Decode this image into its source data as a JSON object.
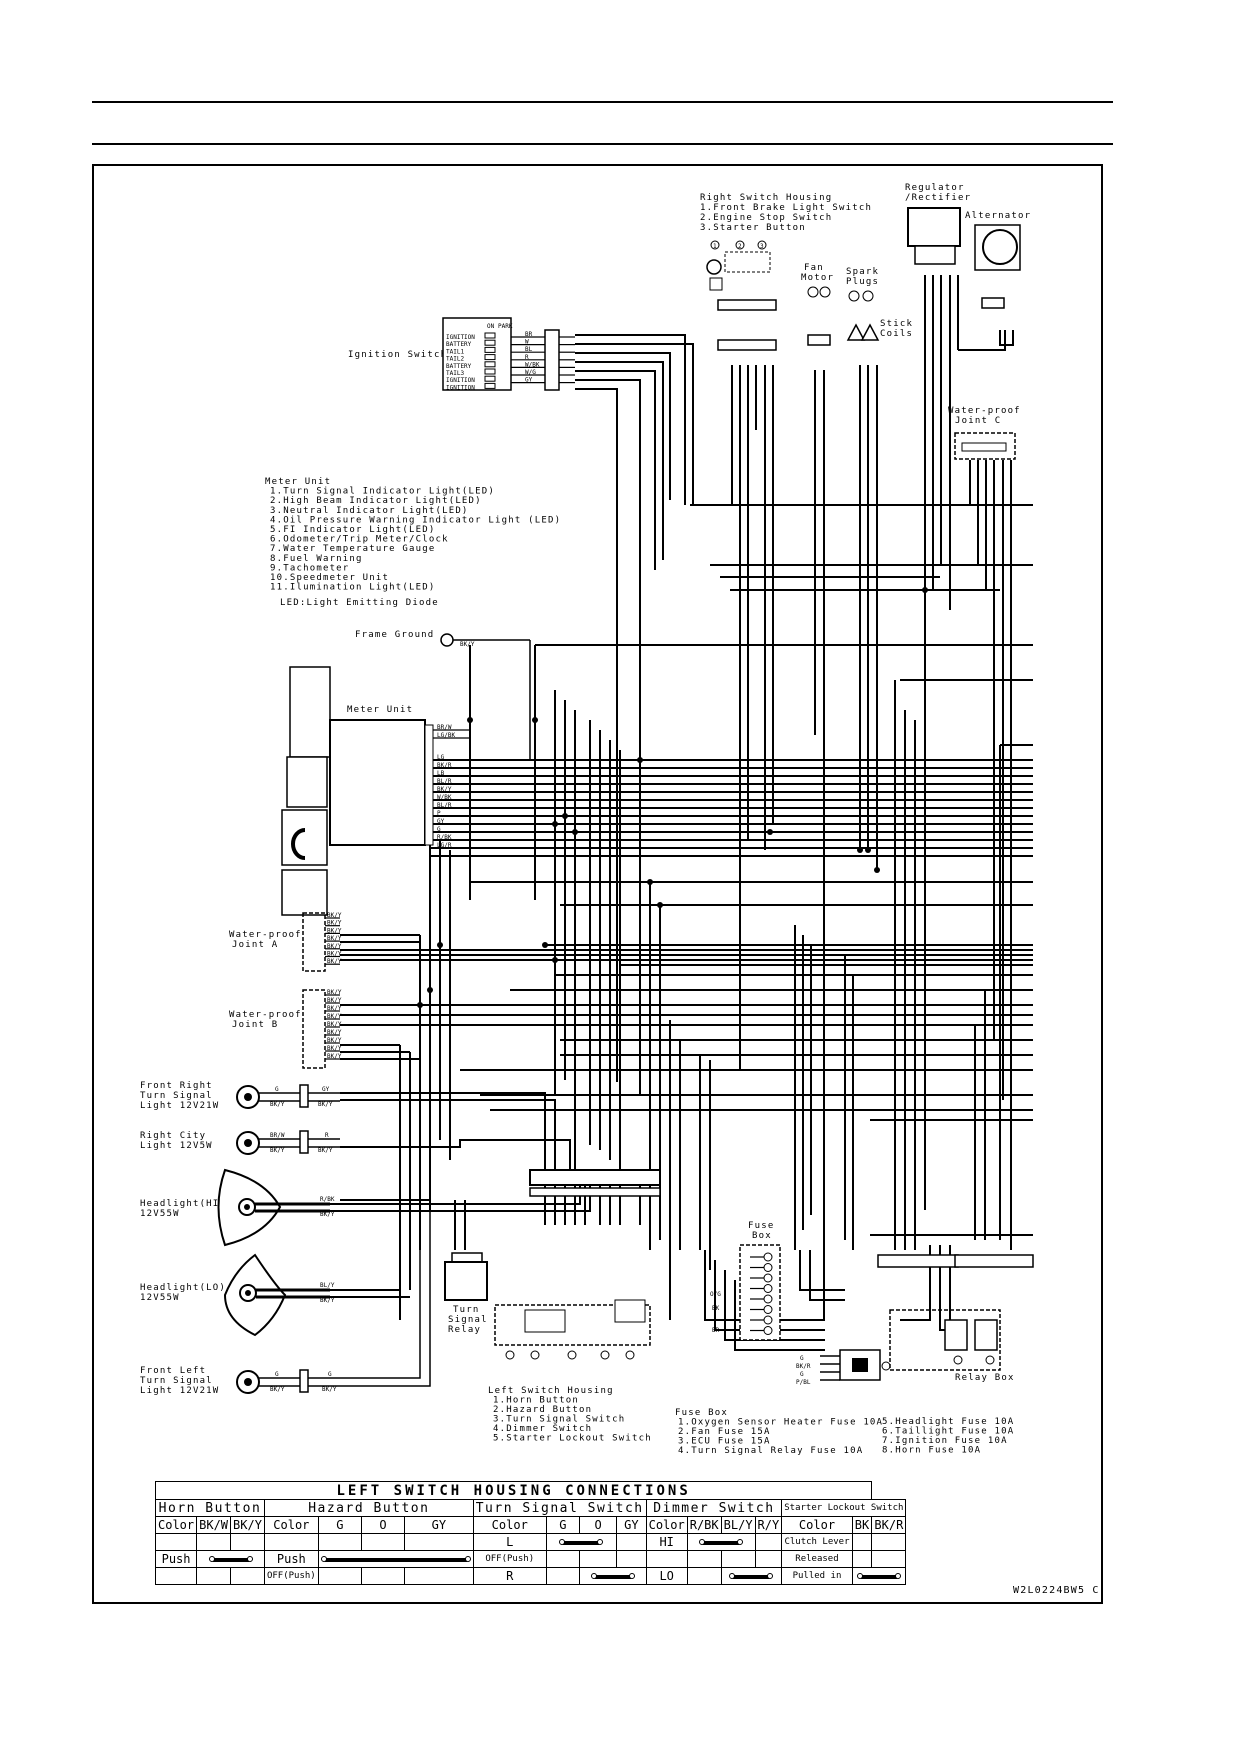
{
  "drawing_code": "W2L0224BW5 C",
  "labels": {
    "right_switch_title": "Right Switch Housing",
    "right_switch_1": "1.Front Brake Light Switch",
    "right_switch_2": "2.Engine Stop Switch",
    "right_switch_3": "3.Starter Button",
    "regulator": "Regulator",
    "rectifier": "/Rectifier",
    "alternator": "Alternator",
    "fan": "Fan",
    "motor": "Motor",
    "spark": "Spark",
    "plugs": "Plugs",
    "stick": "Stick",
    "coils": "Coils",
    "ignition_switch": "Ignition Switch",
    "waterproof_c_1": "Water-proof",
    "waterproof_c_2": "Joint C",
    "frame_ground": "Frame Ground",
    "meter_unit_box": "Meter Unit",
    "waterproof_a_1": "Water-proof",
    "waterproof_a_2": "Joint A",
    "waterproof_b_1": "Water-proof",
    "waterproof_b_2": "Joint B",
    "front_right_1": "Front Right",
    "front_right_2": "Turn Signal",
    "front_right_3": "Light 12V21W",
    "right_city_1": "Right City",
    "right_city_2": "Light 12V5W",
    "headlight_hi_1": "Headlight(HI)",
    "headlight_hi_2": "12V55W",
    "headlight_lo_1": "Headlight(LO)",
    "headlight_lo_2": "12V55W",
    "front_left_1": "Front Left",
    "front_left_2": "Turn Signal",
    "front_left_3": "Light 12V21W",
    "turn_relay_1": "Turn",
    "turn_relay_2": "Signal",
    "turn_relay_3": "Relay",
    "fuse_1": "Fuse",
    "fuse_2": "Box",
    "relay_box": "Relay Box"
  },
  "meter_legend": [
    "Meter Unit",
    "1.Turn Signal Indicator Light(LED)",
    "2.High Beam Indicator Light(LED)",
    "3.Neutral Indicator Light(LED)",
    "4.Oil Pressure Warning Indicator Light (LED)",
    "5.FI Indicator Light(LED)",
    "6.Odometer/Trip Meter/Clock",
    "7.Water Temperature Gauge",
    "8.Fuel Warning",
    "9.Tachometer",
    "10.Speedmeter Unit",
    "11.Ilumination Light(LED)",
    "LED:Light Emitting Diode"
  ],
  "left_switch_legend": [
    "Left Switch Housing",
    "1.Horn Button",
    "2.Hazard Button",
    "3.Turn Signal Switch",
    "4.Dimmer Switch",
    "5.Starter Lockout Switch"
  ],
  "fuse_legend_left": [
    "Fuse Box",
    "1.Oxygen Sensor Heater Fuse 10A",
    "2.Fan Fuse 15A",
    "3.ECU Fuse 15A",
    "4.Turn Signal Relay Fuse 10A"
  ],
  "fuse_legend_right": [
    "5.Headlight Fuse 10A",
    "6.Taillight Fuse 10A",
    "7.Ignition Fuse 10A",
    "8.Horn Fuse 10A"
  ],
  "ignition_rows": [
    "IGNITION",
    "BATTERY",
    "TAIL1",
    "TAIL2",
    "BATTERY",
    "TAIL3",
    "IGNITION",
    "IGNITION"
  ],
  "ignition_cols": [
    "ON",
    "PARK"
  ],
  "ignition_wires": [
    "BR",
    "W",
    "BL",
    "R",
    "W/BK",
    "W/G",
    "GY"
  ],
  "meter_wires": [
    "BR/W",
    "LG/BK",
    "LG",
    "BK/R",
    "LB",
    "BL/R",
    "BK/Y",
    "W/BK",
    "BL/R",
    "P",
    "GY",
    "G",
    "R/BK",
    "LG/R"
  ],
  "joint_a_wires": [
    "BK/Y",
    "BK/Y",
    "BK/Y",
    "BK/Y",
    "BK/Y",
    "BK/Y",
    "BK/Y"
  ],
  "joint_b_wires": [
    "BK/Y",
    "BK/Y",
    "BK/Y",
    "BK/Y",
    "BK/Y",
    "BK/Y",
    "BK/Y",
    "BK/Y",
    "BK/Y"
  ],
  "wire_tags": {
    "frame_ground": "BK/Y",
    "fr_g": "G",
    "fr_bky": "BK/Y",
    "fr_gy": "GY",
    "city_brw": "BR/W",
    "city_bky": "BK/Y",
    "city_r": "R",
    "hi_rbk": "R/BK",
    "hi_bky": "BK/Y",
    "lo_bly": "BL/Y",
    "lo_bky": "BK/Y",
    "fl_g": "G",
    "fl_bky": "BK/Y",
    "fuse_og": "O/G",
    "fuse_bk": "BK",
    "fuse_br": "BR",
    "relay_g": "G",
    "relay_bk": "BK/R",
    "relay_gy": "G",
    "relay_pbl": "P/BL"
  },
  "table": {
    "title": "LEFT SWITCH HOUSING CONNECTIONS",
    "headers": [
      "Horn Button",
      "Hazard Button",
      "Turn Signal Switch",
      "Dimmer Switch",
      "Starter Lockout Switch"
    ],
    "color": "Color",
    "horn_cols": [
      "BK/W",
      "BK/Y"
    ],
    "hazard_cols": [
      "G",
      "O",
      "GY"
    ],
    "turn_cols": [
      "G",
      "O",
      "GY"
    ],
    "dimmer_cols": [
      "R/BK",
      "BL/Y",
      "R/Y"
    ],
    "lockout_cols": [
      "BK",
      "BK/R"
    ],
    "push": "Push",
    "off_push": "OFF(Push)",
    "L": "L",
    "R": "R",
    "HI": "HI",
    "LO": "LO",
    "clutch_lever": "Clutch Lever",
    "released": "Released",
    "pulled_in": "Pulled in"
  }
}
